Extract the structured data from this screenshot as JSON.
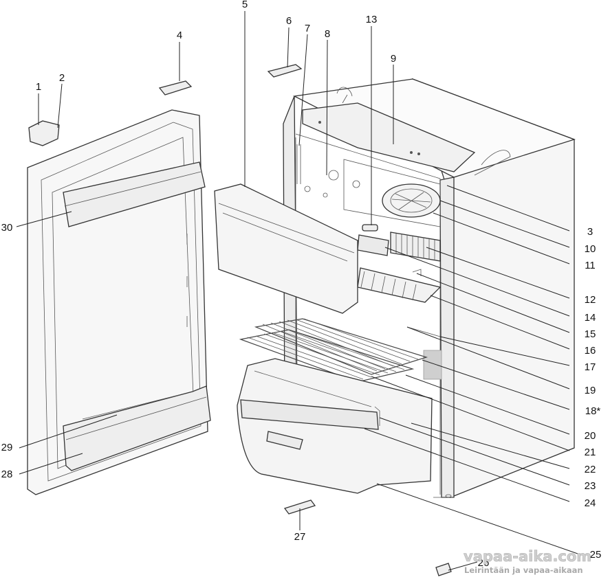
{
  "callouts": [
    {
      "id": "1",
      "text": "1",
      "part": "upper-door-hinge-cover"
    },
    {
      "id": "2",
      "text": "2",
      "part": "upper-door-hinge"
    },
    {
      "id": "3",
      "text": "3",
      "part": "control-knob"
    },
    {
      "id": "4",
      "text": "4",
      "part": "door-lock-latch"
    },
    {
      "id": "5",
      "text": "5",
      "part": "freezer-compartment-door"
    },
    {
      "id": "6",
      "text": "6",
      "part": "top-hinge-bracket"
    },
    {
      "id": "7",
      "text": "7",
      "part": "thermostat-sensor"
    },
    {
      "id": "8",
      "text": "8",
      "part": "rear-wall-plug"
    },
    {
      "id": "9",
      "text": "9",
      "part": "control-panel"
    },
    {
      "id": "10",
      "text": "10",
      "part": "fan-cover"
    },
    {
      "id": "11",
      "text": "11",
      "part": "interior-fan"
    },
    {
      "id": "12",
      "text": "12",
      "part": "cooling-fins"
    },
    {
      "id": "13",
      "text": "13",
      "part": "interior-light"
    },
    {
      "id": "14",
      "text": "14",
      "part": "freezer-drip-tray"
    },
    {
      "id": "15",
      "text": "15",
      "part": "shelf-clip"
    },
    {
      "id": "16",
      "text": "16",
      "part": "shelf-support-rail"
    },
    {
      "id": "17",
      "text": "17",
      "part": "inner-liner"
    },
    {
      "id": "18",
      "text": "18*",
      "part": "type-plate"
    },
    {
      "id": "19",
      "text": "19",
      "part": "wire-shelf"
    },
    {
      "id": "20",
      "text": "20",
      "part": "crisper-cover-shelf"
    },
    {
      "id": "21",
      "text": "21",
      "part": "shelf-retainer"
    },
    {
      "id": "22",
      "text": "22",
      "part": "drain-plug"
    },
    {
      "id": "23",
      "text": "23",
      "part": "crisper-drawer-handle"
    },
    {
      "id": "24",
      "text": "24",
      "part": "crisper-drawer"
    },
    {
      "id": "25",
      "text": "25",
      "part": "bottom-support"
    },
    {
      "id": "26",
      "text": "26",
      "part": "lower-hinge"
    },
    {
      "id": "27",
      "text": "27",
      "part": "lower-door-hinge"
    },
    {
      "id": "28",
      "text": "28",
      "part": "door-bottle-bin"
    },
    {
      "id": "29",
      "text": "29",
      "part": "bin-retaining-bar"
    },
    {
      "id": "30",
      "text": "30",
      "part": "door-shelf"
    }
  ],
  "watermark": {
    "site": "vapaa-aika.com",
    "tagline": "Leirintään ja vapaa-aikaan"
  },
  "colors": {
    "line": "#333333",
    "fill_light": "#f4f4f4",
    "fill_mid": "#e6e6e6",
    "type_plate": "#cfcfcf"
  }
}
